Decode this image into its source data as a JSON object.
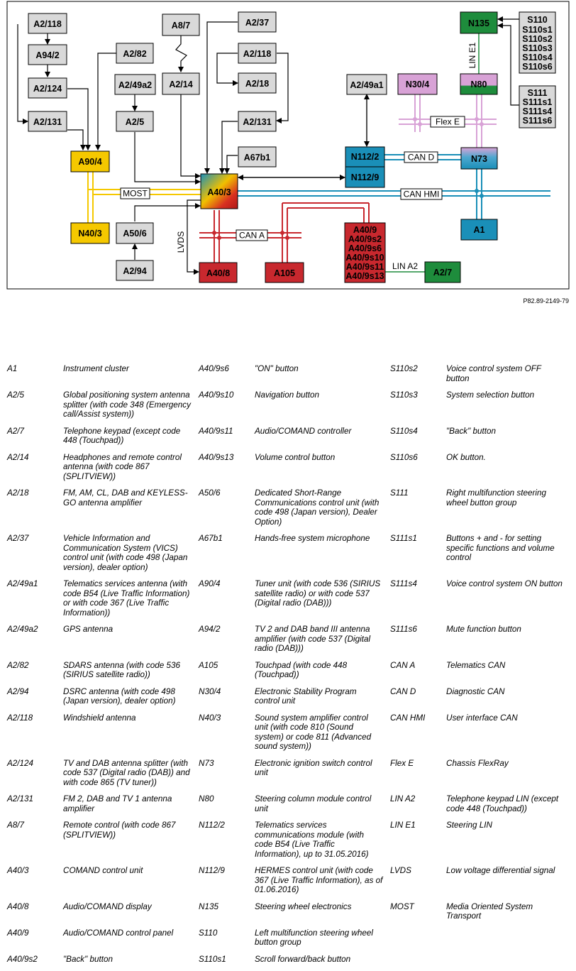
{
  "figure_ref": "P82.89-2149-79",
  "blocks": {
    "A2_118a": "A2/118",
    "A94_2": "A94/2",
    "A2_124": "A2/124",
    "A2_131a": "A2/131",
    "A2_82": "A2/82",
    "A2_49a2": "A2/49a2",
    "A2_5": "A2/5",
    "A8_7": "A8/7",
    "A2_14": "A2/14",
    "A2_37": "A2/37",
    "A2_118b": "A2/118",
    "A2_18": "A2/18",
    "A2_131b": "A2/131",
    "A67b1": "A67b1",
    "A90_4": "A90/4",
    "N40_3": "N40/3",
    "A50_6": "A50/6",
    "A2_94": "A2/94",
    "A40_3": "A40/3",
    "A40_8": "A40/8",
    "A105": "A105",
    "A40_9": [
      "A40/9",
      "A40/9s2",
      "A40/9s6",
      "A40/9s10",
      "A40/9s11",
      "A40/9s13"
    ],
    "A2_7": "A2/7",
    "A2_49a1": "A2/49a1",
    "N112_2": "N112/2",
    "N112_9": "N112/9",
    "N30_4": "N30/4",
    "N80": "N80",
    "N73": "N73",
    "A1": "A1",
    "N135": "N135",
    "S110": [
      "S110",
      "S110s1",
      "S110s2",
      "S110s3",
      "S110s4",
      "S110s6"
    ],
    "S111": [
      "S111",
      "S111s1",
      "S111s4",
      "S111s6"
    ]
  },
  "bus_labels": {
    "most": "MOST",
    "can_hmi": "CAN HMI",
    "can_a": "CAN A",
    "can_d": "CAN D",
    "flex_e": "Flex E",
    "lin_e1": "LIN E1",
    "lin_a2": "LIN A2",
    "lvds": "LVDS"
  },
  "colors": {
    "most": "#f5c800",
    "can_hmi": "#1a8fb8",
    "can_a": "#c8282e",
    "can_d": "#1a8fb8",
    "flex_e": "#d8a2d6",
    "lin": "#1e8c3c",
    "block_grey": "#d9d9d9"
  },
  "legend": [
    [
      [
        "A1",
        "Instrument cluster"
      ],
      [
        "A40/9s6",
        "\"ON\" button"
      ],
      [
        "S110s2",
        "Voice control system OFF button"
      ]
    ],
    [
      [
        "A2/5",
        "Global positioning system antenna splitter (with code 348 (Emergency call/Assist system))"
      ],
      [
        "A40/9s10",
        "Navigation button"
      ],
      [
        "S110s3",
        "System selection button"
      ]
    ],
    [
      [
        "A2/7",
        "Telephone keypad (except code 448 (Touchpad))"
      ],
      [
        "A40/9s11",
        "Audio/COMAND controller"
      ],
      [
        "S110s4",
        "\"Back\" button"
      ]
    ],
    [
      [
        "A2/14",
        "Headphones and remote control antenna (with code 867 (SPLITVIEW))"
      ],
      [
        "A40/9s13",
        "Volume control button"
      ],
      [
        "S110s6",
        "OK button."
      ]
    ],
    [
      [
        "A2/18",
        "FM, AM, CL, DAB and KEYLESS-GO antenna amplifier"
      ],
      [
        "A50/6",
        "Dedicated Short-Range Communications control unit (with code 498 (Japan version), Dealer Option)"
      ],
      [
        "S111",
        "Right multifunction steering wheel button group"
      ]
    ],
    [
      [
        "A2/37",
        "Vehicle Information and Communication System (VICS) control unit (with code 498 (Japan version), dealer option)"
      ],
      [
        "A67b1",
        "Hands-free system microphone"
      ],
      [
        "S111s1",
        "Buttons + and - for setting specific functions and volume control"
      ]
    ],
    [
      [
        "A2/49a1",
        "Telematics services antenna (with code B54 (Live Traffic Information) or with code 367 (Live Traffic Information))"
      ],
      [
        "A90/4",
        "Tuner unit (with code 536 (SIRIUS satellite radio) or with code 537 (Digital radio (DAB)))"
      ],
      [
        "S111s4",
        "Voice control system ON button"
      ]
    ],
    [
      [
        "A2/49a2",
        "GPS antenna"
      ],
      [
        "A94/2",
        "TV 2 and DAB band III antenna amplifier (with code 537 (Digital radio (DAB)))"
      ],
      [
        "S111s6",
        "Mute function button"
      ]
    ],
    [
      [
        "A2/82",
        "SDARS antenna (with code 536 (SIRIUS satellite radio))"
      ],
      [
        "A105",
        "Touchpad (with code 448 (Touchpad))"
      ],
      [
        "CAN A",
        "Telematics CAN"
      ]
    ],
    [
      [
        "A2/94",
        "DSRC antenna (with code 498 (Japan version), dealer option)"
      ],
      [
        "N30/4",
        "Electronic Stability Program control unit"
      ],
      [
        "CAN D",
        "Diagnostic CAN"
      ]
    ],
    [
      [
        "A2/118",
        "Windshield antenna"
      ],
      [
        "N40/3",
        "Sound system amplifier control unit (with code 810 (Sound system) or code 811 (Advanced sound system))"
      ],
      [
        "CAN HMI",
        "User interface CAN"
      ]
    ],
    [
      [
        "A2/124",
        "TV and DAB antenna splitter (with code 537 (Digital radio (DAB)) and with code 865 (TV tuner))"
      ],
      [
        "N73",
        "Electronic ignition switch control unit"
      ],
      [
        "Flex E",
        "Chassis FlexRay"
      ]
    ],
    [
      [
        "A2/131",
        "FM 2, DAB and TV 1 antenna amplifier"
      ],
      [
        "N80",
        "Steering column module control unit"
      ],
      [
        "LIN A2",
        "Telephone keypad LIN (except code 448 (Touchpad))"
      ]
    ],
    [
      [
        "A8/7",
        "Remote control (with code 867 (SPLITVIEW))"
      ],
      [
        "N112/2",
        "Telematics services communications module (with code B54 (Live Traffic Information), up to 31.05.2016)"
      ],
      [
        "LIN E1",
        "Steering LIN"
      ]
    ],
    [
      [
        "A40/3",
        "COMAND control unit"
      ],
      [
        "N112/9",
        "HERMES control unit (with code 367 (Live Traffic Information), as of 01.06.2016)"
      ],
      [
        "LVDS",
        "Low voltage differential signal"
      ]
    ],
    [
      [
        "A40/8",
        "Audio/COMAND display"
      ],
      [
        "N135",
        "Steering wheel electronics"
      ],
      [
        "MOST",
        "Media Oriented System Transport"
      ]
    ],
    [
      [
        "A40/9",
        "Audio/COMAND control panel"
      ],
      [
        "S110",
        "Left multifunction steering wheel button group"
      ],
      [
        "",
        ""
      ]
    ],
    [
      [
        "A40/9s2",
        "\"Back\" button"
      ],
      [
        "S110s1",
        "Scroll forward/back button"
      ],
      [
        "",
        ""
      ]
    ]
  ]
}
